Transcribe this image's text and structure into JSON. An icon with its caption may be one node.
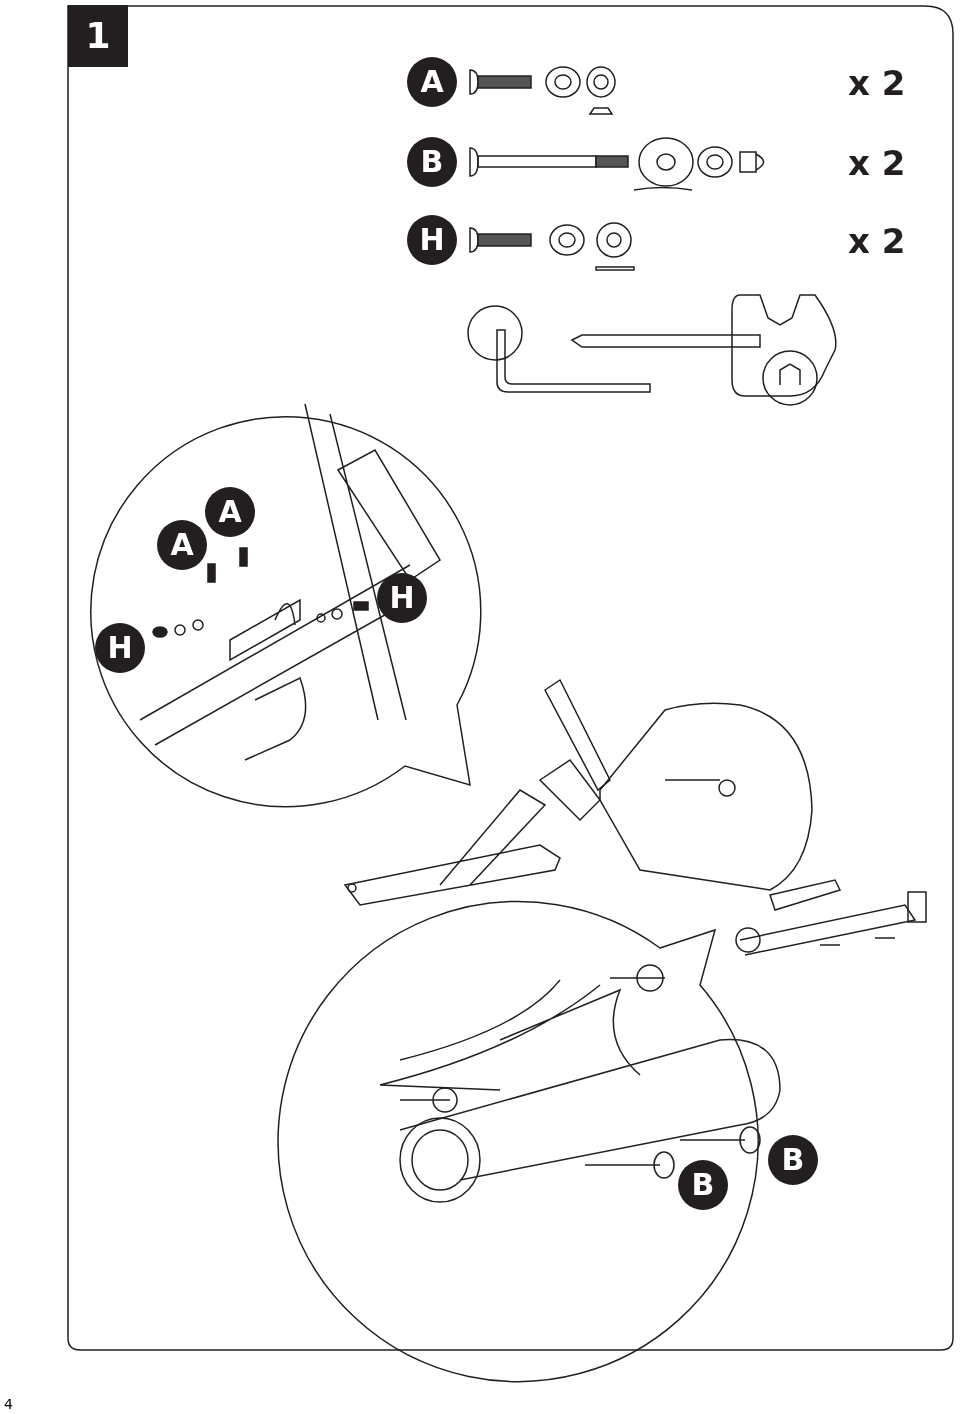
{
  "diagram": {
    "labels": [
      "1",
      "A",
      "x 2",
      "B",
      "x 2",
      "H",
      "x 2",
      "A",
      "A",
      "H",
      "H",
      "B",
      "B",
      "4"
    ]
  }
}
